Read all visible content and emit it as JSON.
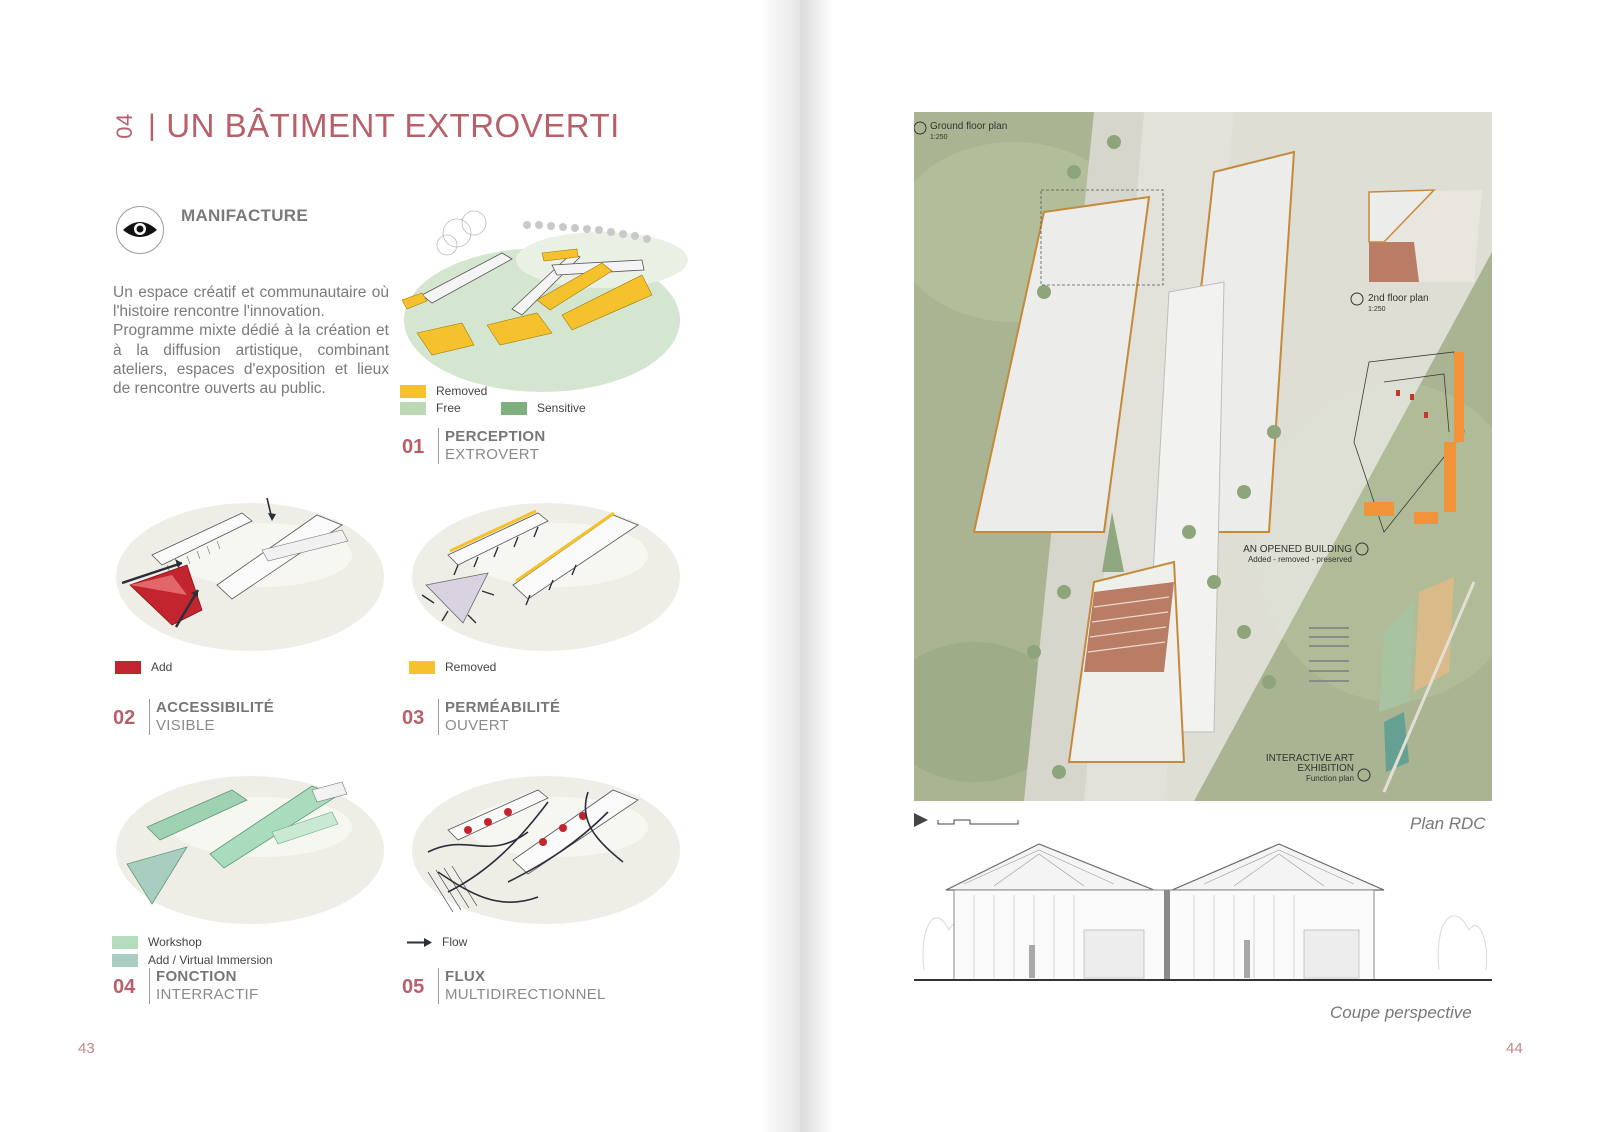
{
  "left_page": {
    "chapter_number": "04",
    "chapter_title": "UN BÂTIMENT EXTROVERTI",
    "subtitle": "MANIFACTURE",
    "intro_paragraphs": [
      "Un espace créatif et communautaire où l'histoire rencontre l'innovation.",
      "Programme mixte dédié à la création et à la diffusion artistique, combinant ateliers, espaces d'exposition et lieux de rencontre ouverts au public."
    ],
    "panels": [
      {
        "legend": [
          {
            "label": "Removed",
            "color": "#f5c22d"
          },
          {
            "label": "Free",
            "color": "#bcd8b4"
          },
          {
            "label": "Sensitive",
            "color": "#7fae7f"
          }
        ],
        "number": "01",
        "title": "PERCEPTION",
        "subtitle": "EXTROVERT"
      },
      {
        "legend": [
          {
            "label": "Add",
            "color": "#c2252e"
          }
        ],
        "number": "02",
        "title": "ACCESSIBILITÉ",
        "subtitle": "VISIBLE"
      },
      {
        "legend": [
          {
            "label": "Removed",
            "color": "#f5c22d"
          }
        ],
        "number": "03",
        "title": "PERMÉABILITÉ",
        "subtitle": "OUVERT"
      },
      {
        "legend": [
          {
            "label": "Workshop",
            "color": "#b5dcbd"
          },
          {
            "label": "Add / Virtual Immersion",
            "color": "#a9cdc0"
          }
        ],
        "number": "04",
        "title": "FONCTION",
        "subtitle": "INTERRACTIF"
      },
      {
        "legend": [
          {
            "label": "Flow",
            "color": "#2b2f3a"
          }
        ],
        "number": "05",
        "title": "FLUX",
        "subtitle": "MULTIDIRECTIONNEL"
      }
    ],
    "page_number": "43"
  },
  "right_page": {
    "plan_notes": {
      "ground_floor": "Ground floor plan",
      "ground_scale": "1:250",
      "second_floor": "2nd floor plan",
      "second_scale": "1:250",
      "opened_building": "AN OPENED BUILDING",
      "opened_building_sub": "Added - removed - preserved",
      "interactive_1": "INTERACTIVE ART",
      "interactive_2": "EXHIBITION",
      "interactive_3": "Function plan"
    },
    "plan_caption": "Plan RDC",
    "section_caption": "Coupe perspective",
    "page_number": "44"
  }
}
